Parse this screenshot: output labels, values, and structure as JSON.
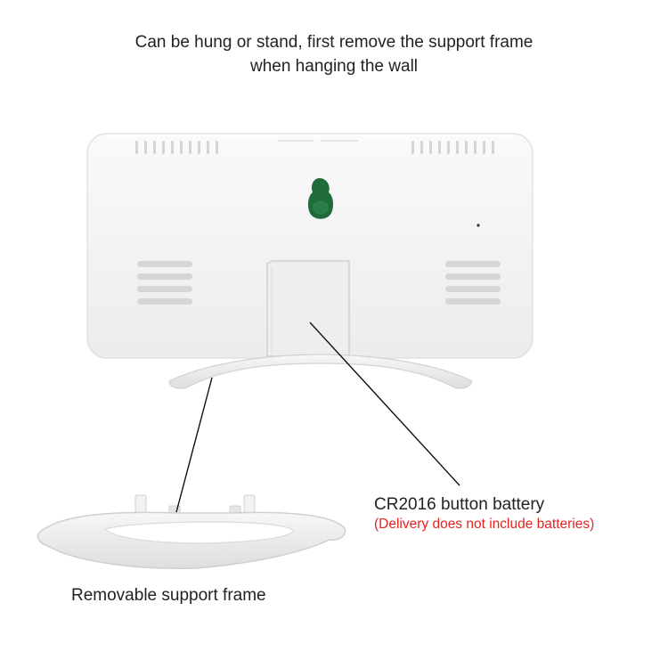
{
  "caption": {
    "line1": "Can be hung or stand, first remove the support frame",
    "line2": "when hanging the wall"
  },
  "callouts": {
    "battery": {
      "label": "CR2016 button battery",
      "note": "(Delivery does not include batteries)"
    },
    "frame": {
      "label": "Removable support frame"
    }
  },
  "colors": {
    "note_text": "#e8231e",
    "hook_hole": "#1f6b3a",
    "device_body": "#f5f5f5",
    "leader_line": "#111111"
  }
}
